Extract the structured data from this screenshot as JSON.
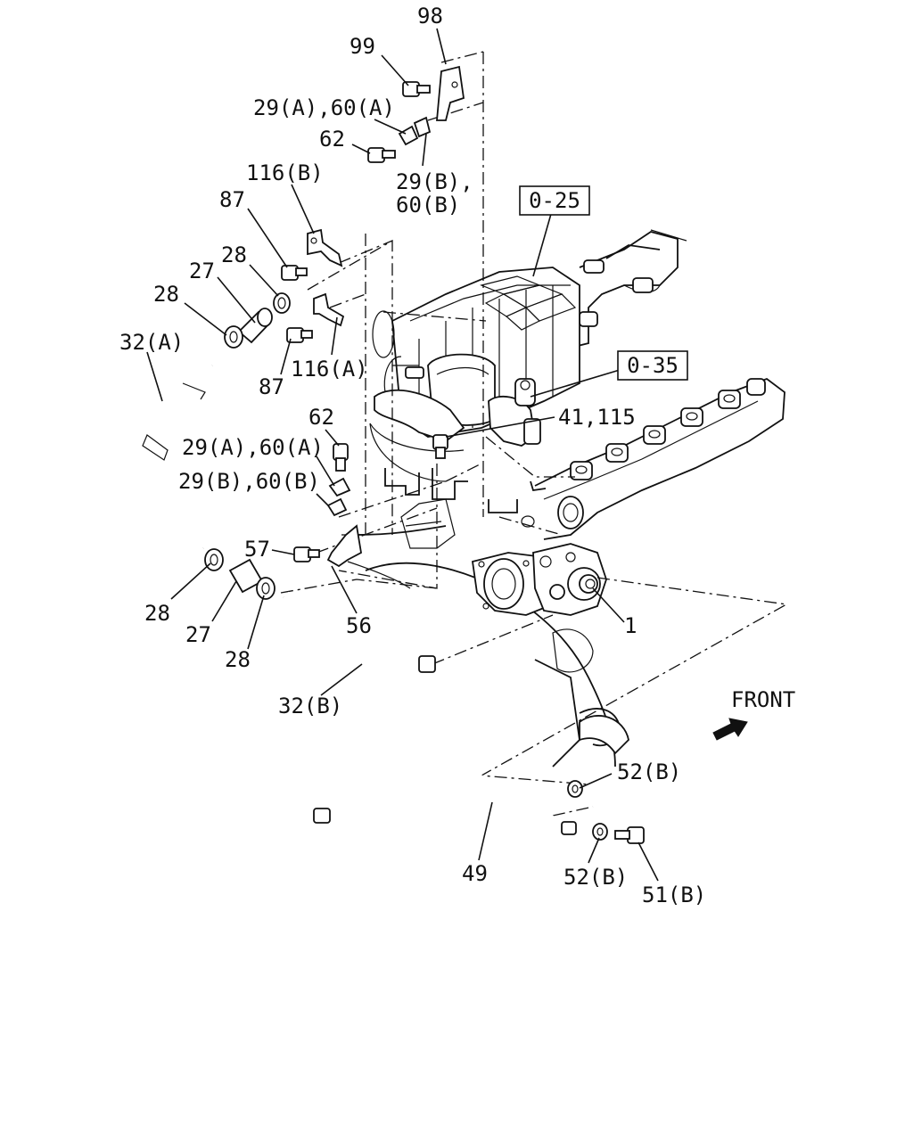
{
  "callouts": {
    "c98": "98",
    "c99": "99",
    "c29a60a_top": "29(A),60(A)",
    "c62_top": "62",
    "c29b60b_top_1": "29(B),",
    "c29b60b_top_2": "60(B)",
    "c116b": "116(B)",
    "c87_top": "87",
    "c28_top": "28",
    "c27_top": "27",
    "c28_left": "28",
    "c32a": "32(A)",
    "c116a": "116(A)",
    "c87_bottom": "87",
    "c62_mid": "62",
    "c29a60a_mid": "29(A),60(A)",
    "c29b60b_mid": "29(B),60(B)",
    "c57": "57",
    "c56": "56",
    "c28_b1": "28",
    "c27_b": "27",
    "c28_b2": "28",
    "c32b": "32(B)",
    "c41_115": "41,115",
    "c1": "1",
    "c52b_top": "52(B)",
    "c52b_bottom": "52(B)",
    "c51b": "51(B)",
    "c49": "49"
  },
  "references": {
    "ref_0_25": "0-25",
    "ref_0_35": "0-35"
  },
  "front_label": "FRONT",
  "icons": {
    "front_arrow": "arrow-right-icon"
  }
}
